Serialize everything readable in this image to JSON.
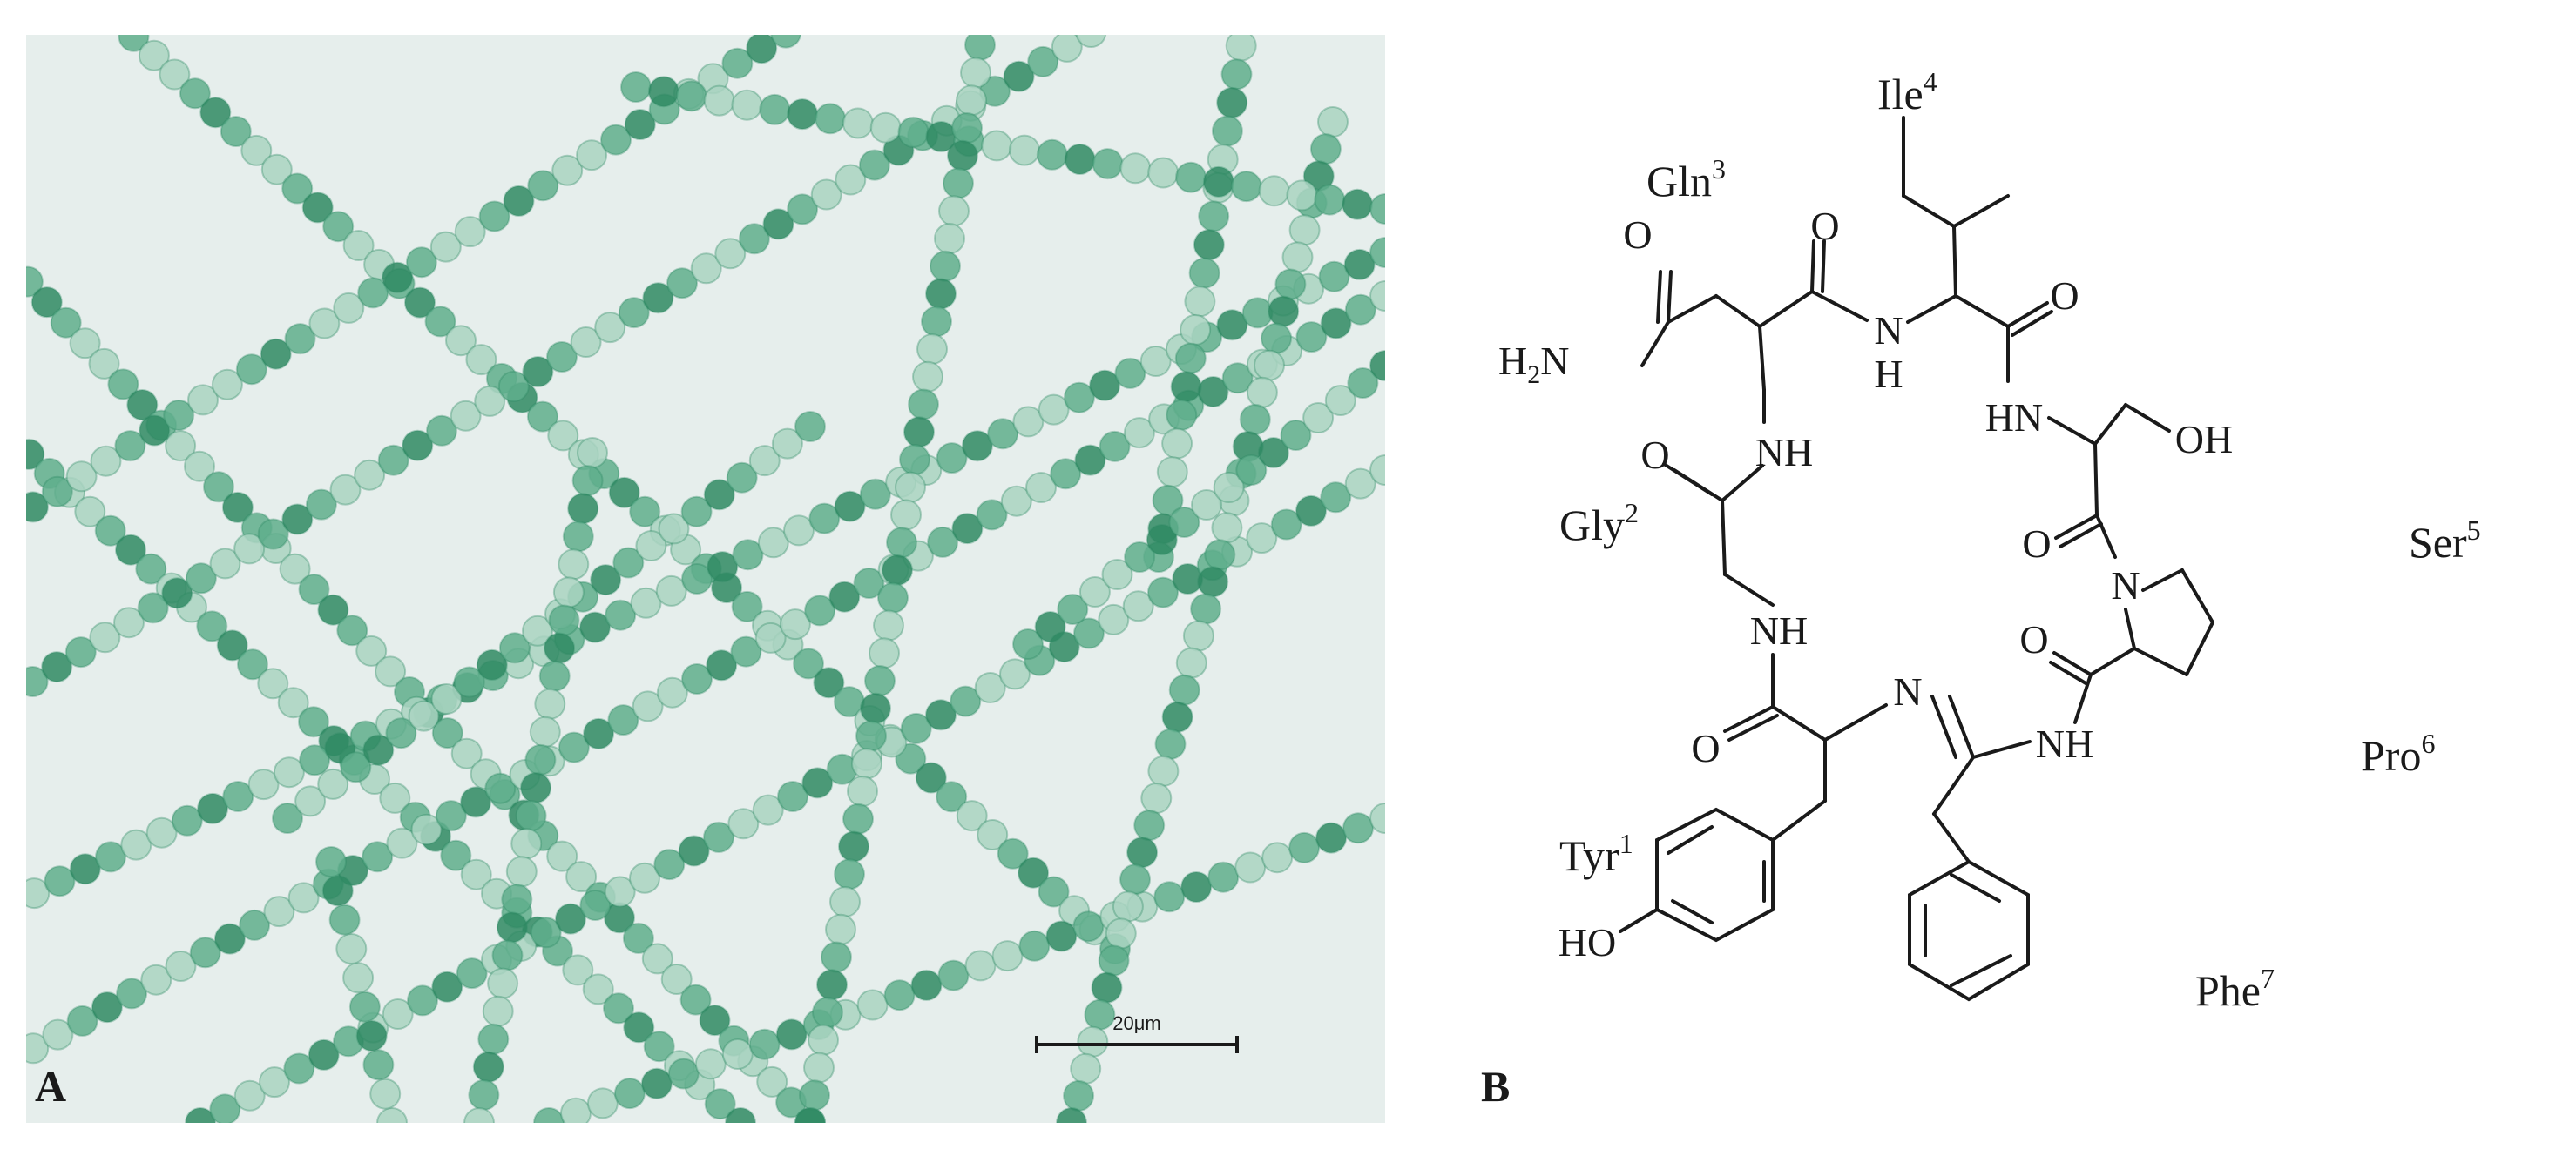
{
  "panels": {
    "a": {
      "label": "A",
      "scale_bar": "20μm"
    },
    "b": {
      "label": "B"
    }
  },
  "residues": {
    "tyr": {
      "name": "Tyr",
      "num": "1"
    },
    "gly": {
      "name": "Gly",
      "num": "2"
    },
    "gln": {
      "name": "Gln",
      "num": "3"
    },
    "ile": {
      "name": "Ile",
      "num": "4"
    },
    "ser": {
      "name": "Ser",
      "num": "5"
    },
    "pro": {
      "name": "Pro",
      "num": "6"
    },
    "phe": {
      "name": "Phe",
      "num": "7"
    }
  },
  "atoms": {
    "o": "O",
    "n": "N",
    "h": "H",
    "nh": "NH",
    "hn": "HN",
    "oh": "OH",
    "ho": "HO",
    "h2n_h": "H",
    "h2n_sub": "2",
    "h2n_n": "N"
  },
  "colors": {
    "micrograph_background": "#e6eeec",
    "cell_light": "#a9d3c1",
    "cell_mid": "#5fae8c",
    "cell_dark": "#2f8a63",
    "ink": "#1a1a1a"
  }
}
